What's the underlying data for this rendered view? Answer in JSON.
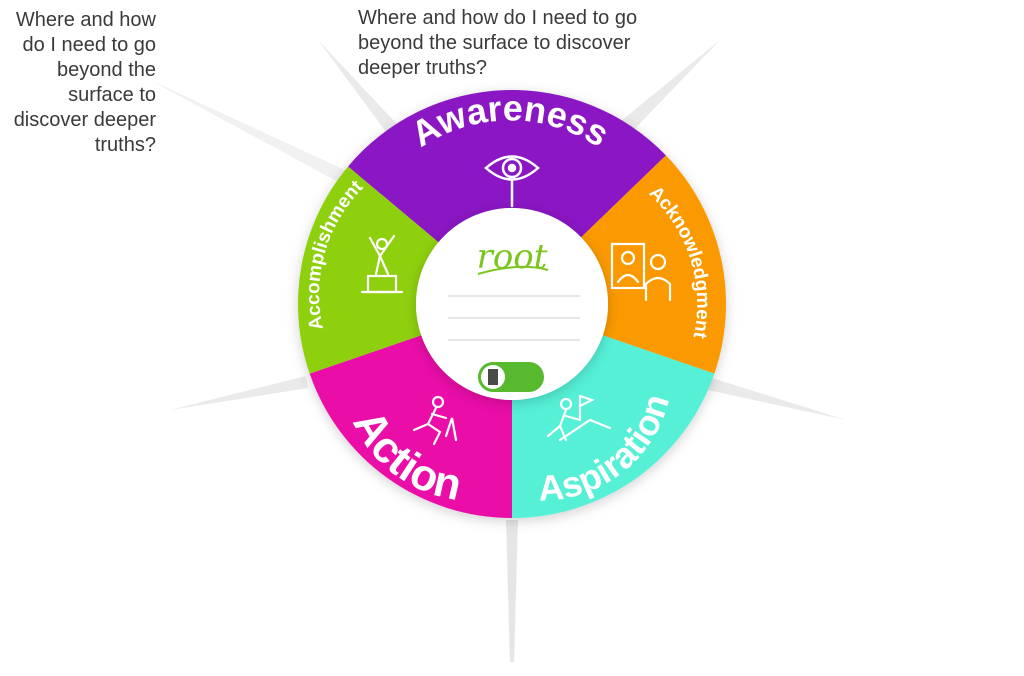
{
  "questions": {
    "top": "Where and how do I need to go beyond the surface to discover deeper truths?",
    "left_top": "Where and how do I need to go beyond the surface to discover deeper truths?",
    "left_mid": "",
    "right": "",
    "bottom_left": "",
    "bottom_right": ""
  },
  "segments": [
    {
      "key": "awareness",
      "label": "Awareness",
      "color": "#8a12c4",
      "icon": "eye-magnifier-icon"
    },
    {
      "key": "acknowledgment",
      "label": "Acknowledgment",
      "color": "#fb9a06",
      "icon": "people-frame-icon"
    },
    {
      "key": "aspiration",
      "label": "Aspiration",
      "color": "#55f0d6",
      "icon": "climber-flag-icon"
    },
    {
      "key": "action",
      "label": "Action",
      "color": "#ea10a8",
      "icon": "runner-icon"
    },
    {
      "key": "accomplishment",
      "label": "Accomplishment",
      "color": "#8ed010",
      "icon": "podium-celebrate-icon"
    }
  ],
  "center": {
    "brand": "root",
    "brand_color": "#7cc520",
    "toggle_color": "#56b92e"
  }
}
